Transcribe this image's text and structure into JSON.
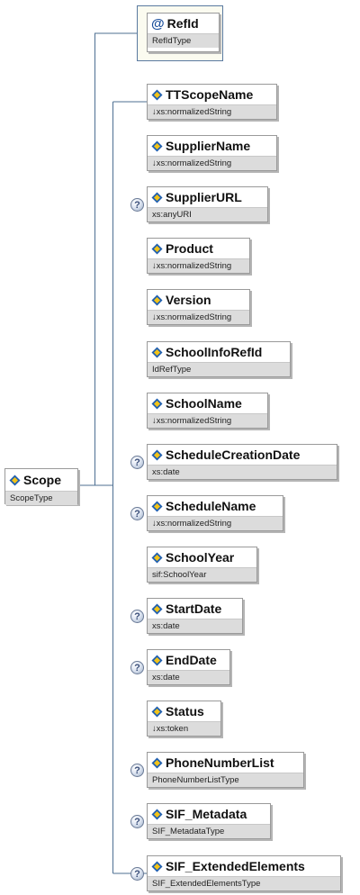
{
  "root": {
    "name": "Scope",
    "type": "ScopeType"
  },
  "attribute": {
    "name": "RefId",
    "type": "RefIdType",
    "symbol": "@"
  },
  "optional_symbol": "?",
  "children": [
    {
      "name": "TTScopeName",
      "type": "↓xs:normalizedString",
      "optional": false
    },
    {
      "name": "SupplierName",
      "type": "↓xs:normalizedString",
      "optional": false
    },
    {
      "name": "SupplierURL",
      "type": "xs:anyURI",
      "optional": true
    },
    {
      "name": "Product",
      "type": "↓xs:normalizedString",
      "optional": false
    },
    {
      "name": "Version",
      "type": "↓xs:normalizedString",
      "optional": false
    },
    {
      "name": "SchoolInfoRefId",
      "type": "IdRefType",
      "optional": false
    },
    {
      "name": "SchoolName",
      "type": "↓xs:normalizedString",
      "optional": false
    },
    {
      "name": "ScheduleCreationDate",
      "type": "xs:date",
      "optional": true
    },
    {
      "name": "ScheduleName",
      "type": "↓xs:normalizedString",
      "optional": true
    },
    {
      "name": "SchoolYear",
      "type": "sif:SchoolYear",
      "optional": false
    },
    {
      "name": "StartDate",
      "type": "xs:date",
      "optional": true
    },
    {
      "name": "EndDate",
      "type": "xs:date",
      "optional": true
    },
    {
      "name": "Status",
      "type": "↓xs:token",
      "optional": false
    },
    {
      "name": "PhoneNumberList",
      "type": "PhoneNumberListType",
      "optional": true
    },
    {
      "name": "SIF_Metadata",
      "type": "SIF_MetadataType",
      "optional": true
    },
    {
      "name": "SIF_ExtendedElements",
      "type": "SIF_ExtendedElementsType",
      "optional": true
    }
  ],
  "colors": {
    "line": "#4d6f92",
    "icon_blue": "#1f5fb0",
    "icon_yellow": "#f2c318"
  }
}
